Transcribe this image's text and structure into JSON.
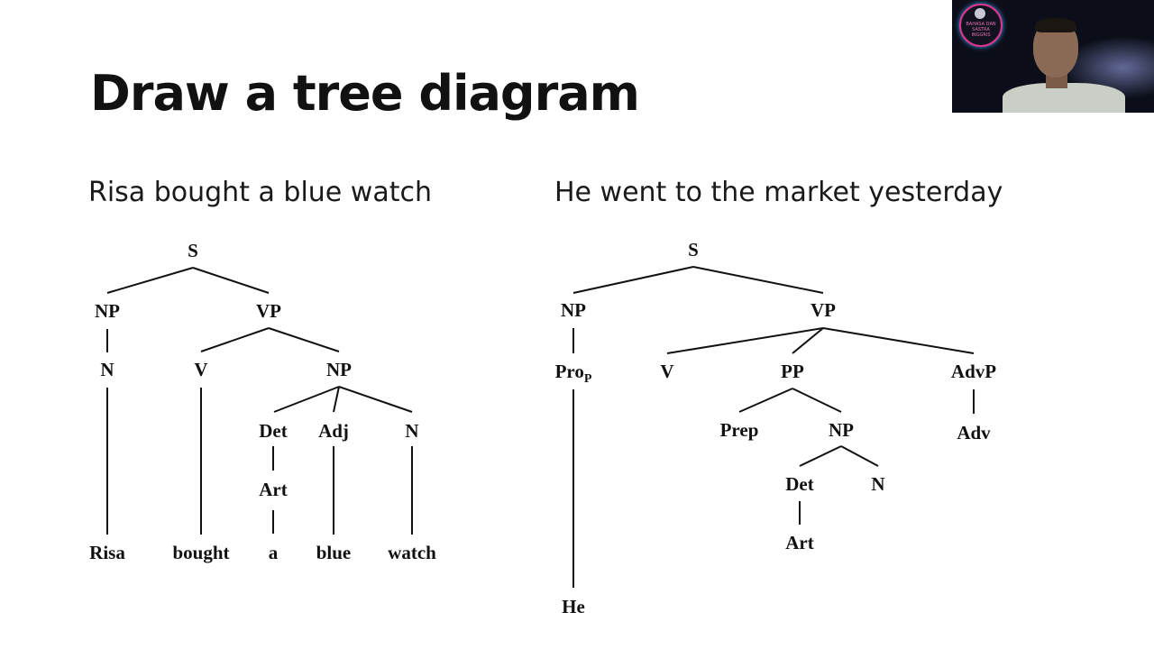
{
  "slide": {
    "title": "Draw a tree diagram",
    "left_sentence": "Risa bought a blue watch",
    "right_sentence": "He went to the market yesterday"
  },
  "tree_left": {
    "S": "S",
    "NP": "NP",
    "VP": "VP",
    "N": "N",
    "V": "V",
    "NP2": "NP",
    "Det": "Det",
    "Adj": "Adj",
    "N2": "N",
    "Art": "Art",
    "w1": "Risa",
    "w2": "bought",
    "w3": "a",
    "w4": "blue",
    "w5": "watch"
  },
  "tree_right": {
    "S": "S",
    "NP": "NP",
    "VP": "VP",
    "Pro": "Pro",
    "Pro_sub": "P",
    "V": "V",
    "PP": "PP",
    "AdvP": "AdvP",
    "Prep": "Prep",
    "NP2": "NP",
    "Adv": "Adv",
    "Det": "Det",
    "N": "N",
    "Art": "Art",
    "w1": "He"
  },
  "video_overlay": {
    "logo_text": "BAHASA DAN SASTRA INGGRIS"
  }
}
